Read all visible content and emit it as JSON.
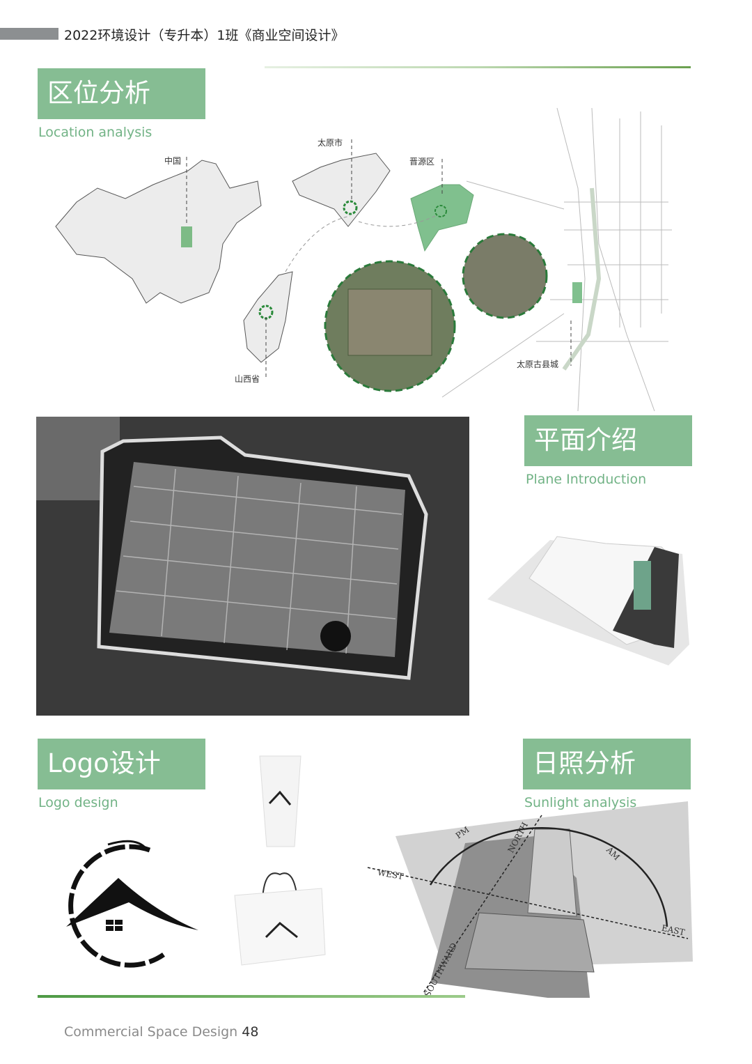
{
  "header": {
    "title": "2022环境设计（专升本）1班《商业空间设计》"
  },
  "sections": {
    "location": {
      "title": "区位分析",
      "subtitle": "Location analysis",
      "map_labels": {
        "china": "中国",
        "taiyuan": "太原市",
        "jinyuan": "晋源区",
        "shanxi": "山西省",
        "old_town": "太原古县城"
      }
    },
    "plane": {
      "title": "平面介绍",
      "subtitle": "Plane Introduction"
    },
    "logo": {
      "title": "Logo设计",
      "subtitle": "Logo design"
    },
    "sunlight": {
      "title": "日照分析",
      "subtitle": "Sunlight analysis",
      "labels": {
        "north": "NORTH",
        "west": "WEST",
        "east": "EAST",
        "south": "SOUTHWARD",
        "am": "AM",
        "pm": "PM"
      }
    }
  },
  "footer": {
    "text": "Commercial Space Design",
    "page": "48"
  },
  "colors": {
    "accent": "#86bd93",
    "subtitle": "#72b386"
  }
}
